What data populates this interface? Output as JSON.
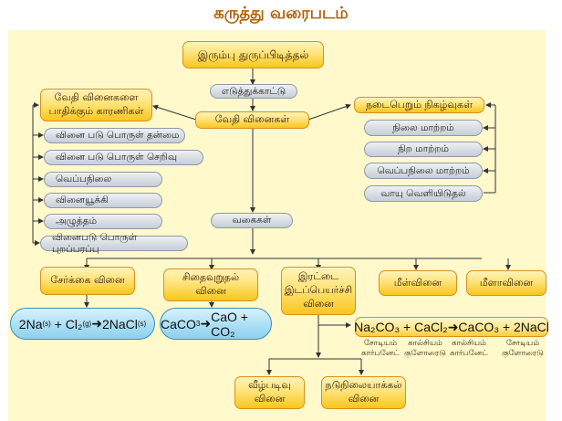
{
  "title": "கருத்து வரைபடம்",
  "colors": {
    "title": "#b0620c",
    "panel": "#fff9cc",
    "orange_box": "#f8c61c",
    "blue_pill": "#aadff5",
    "grey_pill": "#d5dbe1"
  },
  "nodes": {
    "root": "இரும்பு துருப்பிடித்தல்",
    "example": "எடுத்துக்காட்டு",
    "chemical_reactions": "வேதி வினைகள்",
    "factors": {
      "line1": "வேதி வினைகளை",
      "line2": "பாதிக்கும் காரணிகள்"
    },
    "factor_items": [
      "வினை படு பொருள் தன்மை",
      "வினை படு பொருள் செறிவு",
      "வெப்பநிலை",
      "வினையூக்கி",
      "அழுத்தம்",
      "வினைபடு பொருள் புறப்பரப்பு"
    ],
    "observations": "நடைபெறும் நிகழ்வுகள்",
    "observation_items": [
      "நிலை மாற்றம்",
      "நிற மாற்றம்",
      "வெப்பநிலை மாற்றம்",
      "வாயு வெளியிடுதல்"
    ],
    "types": "வகைகள்",
    "type_items": {
      "combination": "சேர்க்கை வினை",
      "decomposition": {
        "line1": "சிதைவுறுதல்",
        "line2": "வினை"
      },
      "double_displacement": {
        "line1": "இரட்டை",
        "line2": "இடப்பெயர்ச்சி",
        "line3": "வினை"
      },
      "reversible": "மீள்வினை",
      "irreversible": "மீளாவினை"
    },
    "precipitation": {
      "line1": "வீழ்படிவு",
      "line2": "வினை"
    },
    "neutralization": {
      "line1": "நடுநிலையாக்கல்",
      "line2": "வினை"
    }
  },
  "equations": {
    "combination": {
      "r1": "2Na",
      "r1_state": "(s)",
      "plus": "+",
      "r2": "Cl₂",
      "r2_state": "(g)",
      "p1": "2NaCl",
      "p1_state": "(s)"
    },
    "decomposition": {
      "r1": "CaCO",
      "r1_sub": "3",
      "p1": "CaO + CO₂"
    },
    "double_displacement": {
      "r1": "Na₂CO₃",
      "plus1": "+",
      "r2": "CaCl₂",
      "p1": "CaCO₃",
      "plus2": "+",
      "p2": "2NaCl"
    }
  },
  "equation_labels": [
    {
      "line1": "சோடியம்",
      "line2": "கார்பனேட்"
    },
    {
      "line1": "கால்சியம்",
      "line2": "குளோரைடு"
    },
    {
      "line1": "கால்சியம்",
      "line2": "கார்பனேட்"
    },
    {
      "line1": "சோடியம்",
      "line2": "குளோரைடு"
    }
  ]
}
